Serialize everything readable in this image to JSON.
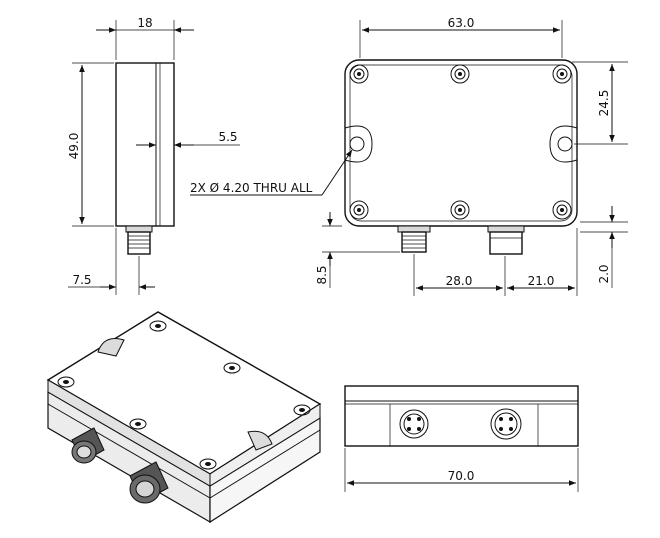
{
  "dimensions": {
    "side_width": "18",
    "side_height": "49.0",
    "side_step": "5.5",
    "side_connector_offset": "7.5",
    "top_width": "63.0",
    "top_hole_spacing": "24.5",
    "top_connector_height": "8.5",
    "top_conn_to_conn": "28.0",
    "top_conn_to_edge": "21.0",
    "top_small_gap": "2.0",
    "front_width": "70.0"
  },
  "notes": {
    "hole_callout": "2X  Ø  4.20 THRU ALL"
  }
}
